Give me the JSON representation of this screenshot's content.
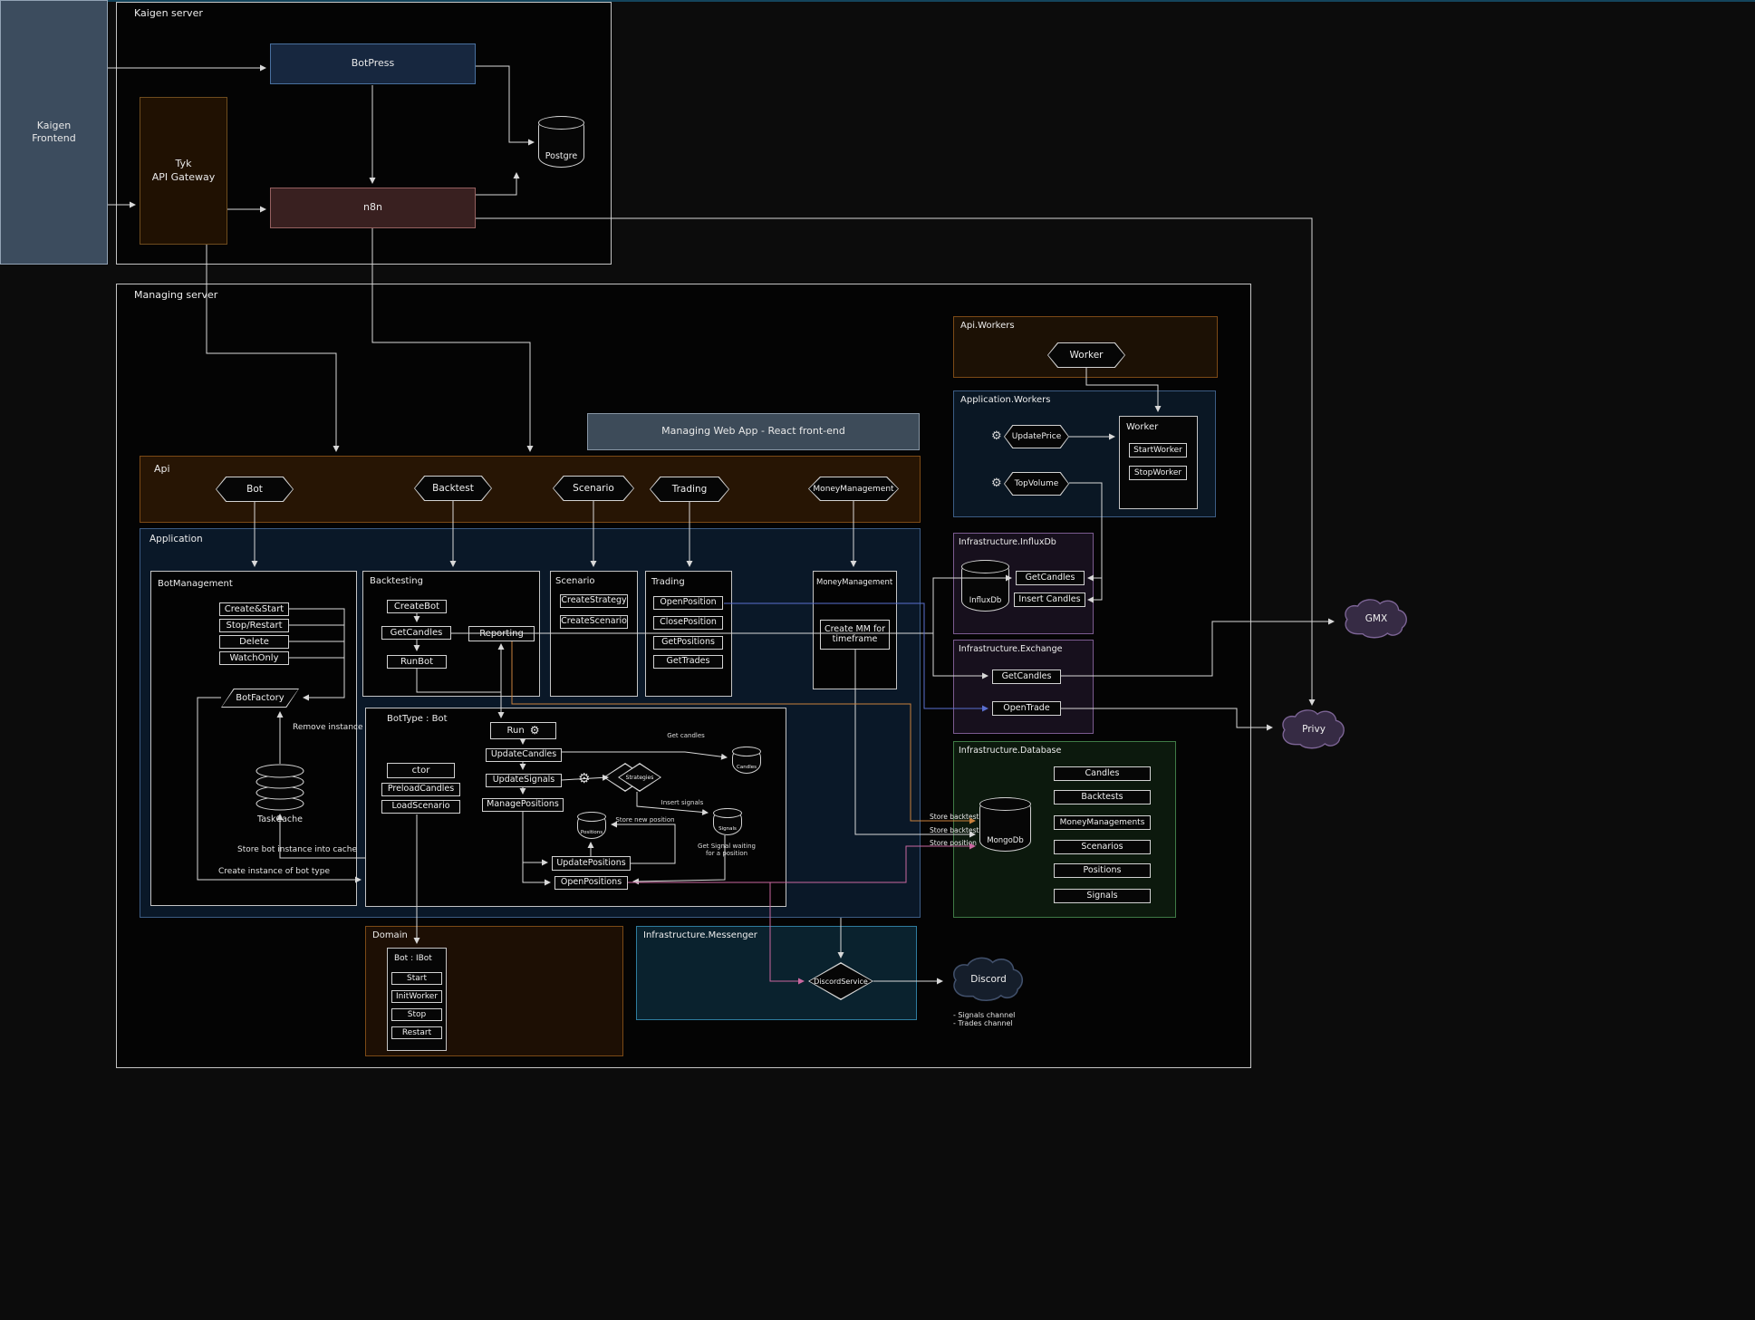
{
  "colors": {
    "line": "#d8d8d8",
    "store_backtest_line": "#c8803c",
    "store_position_line": "#c9679f",
    "open_trade_line": "#5a6fd0"
  },
  "kaigen_frontend": {
    "label": "Kaigen\nFrontend"
  },
  "kaigen_server": {
    "label": "Kaigen server",
    "botpress": "BotPress",
    "tyk": "Tyk\nAPI Gateway",
    "n8n": "n8n",
    "postgre": "Postgre"
  },
  "managing_server": {
    "label": "Managing server",
    "api_workers": {
      "label": "Api.Workers",
      "worker": "Worker"
    },
    "application_workers": {
      "label": "Application.Workers",
      "update_price": "UpdatePrice",
      "top_volume": "TopVolume",
      "worker": {
        "label": "Worker",
        "start_worker": "StartWorker",
        "stop_worker": "StopWorker"
      }
    },
    "web_app": {
      "label": "Managing Web App - React front-end"
    },
    "api": {
      "label": "Api",
      "endpoints": [
        "Bot",
        "Backtest",
        "Scenario",
        "Trading",
        "MoneyManagement"
      ]
    },
    "application": {
      "label": "Application",
      "bot_management": {
        "label": "BotManagement",
        "buttons": [
          "Create&Start",
          "Stop/Restart",
          "Delete",
          "WatchOnly"
        ],
        "bot_factory": "BotFactory",
        "task_cache": "TaskCache",
        "note_remove": "Remove instance",
        "note_store": "Store bot instance into cache",
        "note_create": "Create instance of bot type"
      },
      "backtesting": {
        "label": "Backtesting",
        "create_bot": "CreateBot",
        "get_candles": "GetCandles",
        "run_bot": "RunBot",
        "reporting": "Reporting"
      },
      "scenario": {
        "label": "Scenario",
        "create_strategy": "CreateStrategy",
        "create_scenario": "CreateScenario"
      },
      "trading": {
        "label": "Trading",
        "buttons": [
          "OpenPosition",
          "ClosePosition",
          "GetPositions",
          "GetTrades"
        ]
      },
      "money_management": {
        "label": "MoneyManagement",
        "create_mm": "Create MM for\ntimeframe"
      },
      "bot_type": {
        "label": "BotType : Bot",
        "ctor": "ctor",
        "preload_candles": "PreloadCandles",
        "load_scenario": "LoadScenario",
        "run": "Run",
        "update_candles": "UpdateCandles",
        "update_signals": "UpdateSignals",
        "manage_positions": "ManagePositions",
        "update_positions": "UpdatePositions",
        "open_positions": "OpenPositions",
        "strategies": "Strategies",
        "candles_store": "Candles",
        "signals_store": "Signals",
        "positions_store": "Positions",
        "note_get_candles": "Get candles",
        "note_insert_signals": "Insert signals",
        "note_store_new_position": "Store new position",
        "note_get_signal": "Get Signal waiting\nfor a position"
      }
    },
    "influxdb": {
      "label": "Infrastructure.InfluxDb",
      "db": "InfluxDb",
      "get_candles": "GetCandles",
      "insert_candles": "Insert Candles"
    },
    "exchange": {
      "label": "Infrastructure.Exchange",
      "get_candles": "GetCandles",
      "open_trade": "OpenTrade"
    },
    "database": {
      "label": "Infrastructure.Database",
      "db": "MongoDb",
      "collections": [
        "Candles",
        "Backtests",
        "MoneyManagements",
        "Scenarios",
        "Positions",
        "Signals"
      ]
    },
    "domain": {
      "label": "Domain",
      "bot_ibot": {
        "label": "Bot : IBot",
        "buttons": [
          "Start",
          "InitWorker",
          "Stop",
          "Restart"
        ]
      }
    },
    "messenger": {
      "label": "Infrastructure.Messenger",
      "discord_service": "DiscordService"
    },
    "edge_labels": {
      "store_backtest_1": "Store backtest",
      "store_backtest_2": "Store backtest",
      "store_position": "Store position"
    }
  },
  "external": {
    "gmx": "GMX",
    "privy": "Privy",
    "discord": "Discord",
    "discord_channels": "- Signals channel\n- Trades channel"
  }
}
